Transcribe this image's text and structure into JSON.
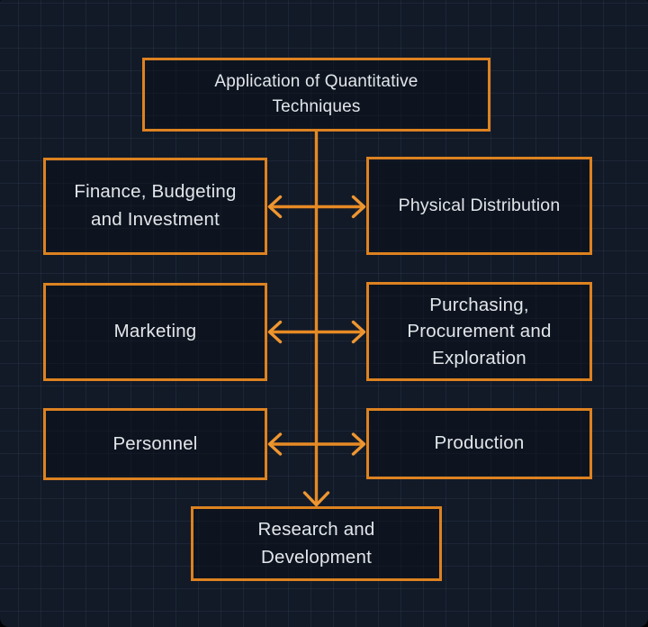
{
  "diagram": {
    "type": "flowchart",
    "colors": {
      "background": "#121a28",
      "grid_line": "#26334a",
      "box_border": "#dd8220",
      "arrow": "#e68a24",
      "arrowhead": "#ef9630",
      "text": "#e2e6ea"
    },
    "nodes": {
      "root": {
        "label": "Application of Quantitative Techniques"
      },
      "finance": {
        "label": "Finance, Budgeting and Investment"
      },
      "physical": {
        "label": "Physical Distribution"
      },
      "marketing": {
        "label": "Marketing"
      },
      "purchasing": {
        "label": "Purchasing, Procurement and Exploration"
      },
      "personnel": {
        "label": "Personnel"
      },
      "production": {
        "label": "Production"
      },
      "research": {
        "label": "Research and Development"
      }
    },
    "connections": [
      {
        "from": "root",
        "to": "research",
        "arrow": "down"
      },
      {
        "from": "spine",
        "to": "finance",
        "arrow": "left"
      },
      {
        "from": "spine",
        "to": "physical",
        "arrow": "right"
      },
      {
        "from": "spine",
        "to": "marketing",
        "arrow": "left"
      },
      {
        "from": "spine",
        "to": "purchasing",
        "arrow": "right"
      },
      {
        "from": "spine",
        "to": "personnel",
        "arrow": "left"
      },
      {
        "from": "spine",
        "to": "production",
        "arrow": "right"
      }
    ]
  }
}
